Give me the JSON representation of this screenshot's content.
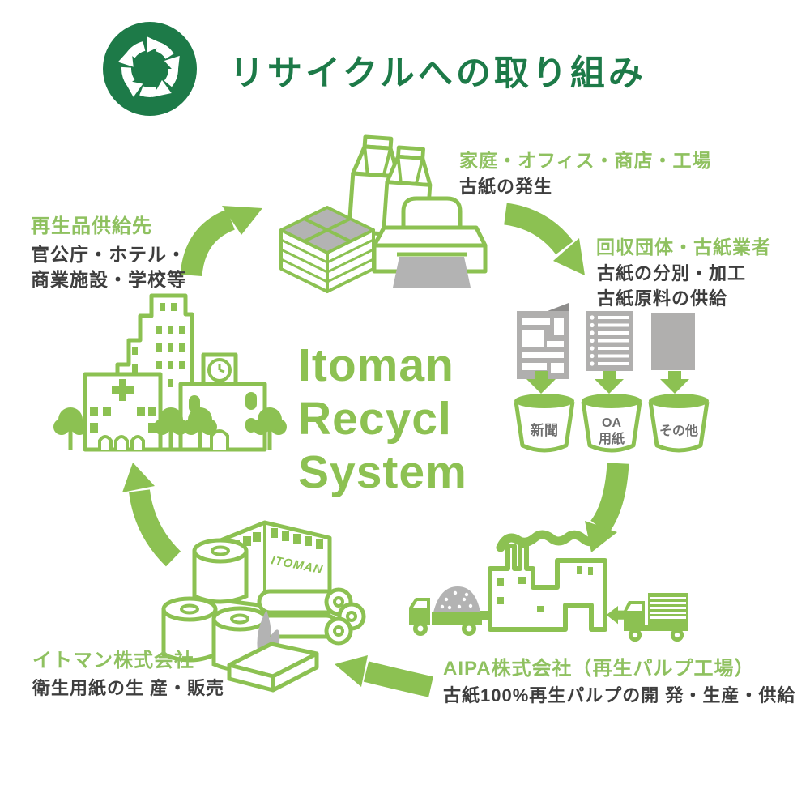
{
  "colors": {
    "green": "#8cc152",
    "dark_green": "#1d7a48",
    "gray": "#b3b3b3",
    "text_dark": "#3e3e3e"
  },
  "header": {
    "title": "リサイクルへの取り組み"
  },
  "center_logo": {
    "line1": "Itoman",
    "line2": "Recycl",
    "line3": "System"
  },
  "generation": {
    "heading": "家庭・オフィス・商店・工場",
    "desc": "古紙の発生"
  },
  "collection": {
    "heading": "回収団体・古紙業者",
    "desc_line1": "古紙の分別・加工",
    "desc_line2": "古紙原料の供給"
  },
  "bins": {
    "bin1": "新聞",
    "bin2_line1": "OA",
    "bin2_line2": "用紙",
    "bin3": "その他"
  },
  "pulp_plant": {
    "heading": "AIPA株式会社（再生パルプ工場）",
    "desc": "古紙100%再生パルプの開 発・生産・供給"
  },
  "itoman": {
    "heading": "イトマン株式会社",
    "desc": "衛生用紙の生 産・販売",
    "factory_sign": "ITOMAN"
  },
  "supply": {
    "heading": "再生品供給先",
    "desc_line1": "官公庁・ホテル・",
    "desc_line2": "商業施設・学校等"
  }
}
